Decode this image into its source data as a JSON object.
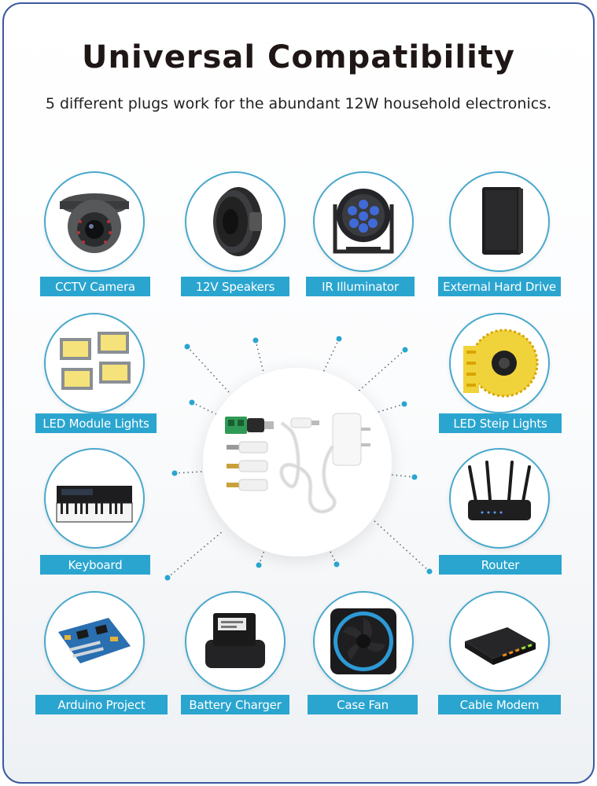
{
  "title": "Universal Compatibility",
  "subtitle": "5 different plugs work for the abundant 12W household electronics.",
  "colors": {
    "border": "#3d5aa0",
    "accent": "#2aa5cf",
    "circle_border": "#49a8cc",
    "title": "#1e1716"
  },
  "items": [
    {
      "label": "CCTV Camera",
      "icon": "dome-camera-icon"
    },
    {
      "label": "12V Speakers",
      "icon": "speaker-icon"
    },
    {
      "label": "IR Illuminator",
      "icon": "par-light-icon"
    },
    {
      "label": "External Hard Drive",
      "icon": "hard-drive-icon"
    },
    {
      "label": "LED Module Lights",
      "icon": "led-floodlight-icon"
    },
    {
      "label": "LED Steip Lights",
      "icon": "led-strip-reel-icon"
    },
    {
      "label": "Keyboard",
      "icon": "keyboard-icon"
    },
    {
      "label": "Router",
      "icon": "router-icon"
    },
    {
      "label": "Arduino Project",
      "icon": "motherboard-icon"
    },
    {
      "label": "Battery Charger",
      "icon": "battery-charger-icon"
    },
    {
      "label": "Case Fan",
      "icon": "case-fan-icon"
    },
    {
      "label": "Cable Modem",
      "icon": "cable-modem-icon"
    }
  ],
  "center_product": {
    "icon": "power-adapter-icon"
  }
}
